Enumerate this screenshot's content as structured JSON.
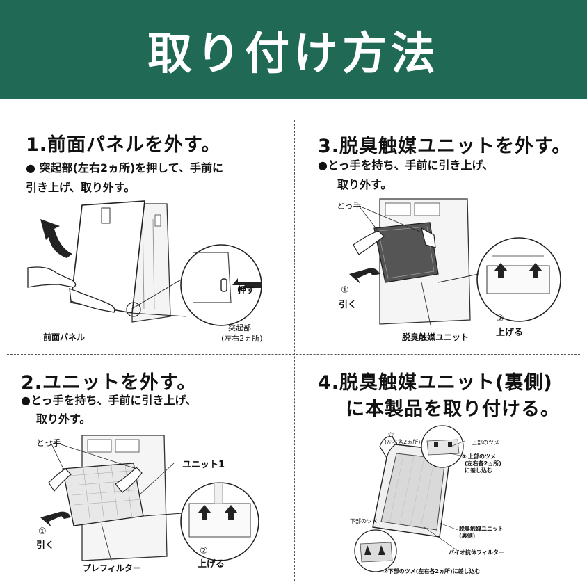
{
  "header": {
    "title": "取り付け方法"
  },
  "steps": [
    {
      "title": "1.前面パネルを外す。",
      "desc": [
        "● 突起部(左右2ヵ所)を押して、手前に",
        "引き上げ、取り外す。"
      ],
      "labels": {
        "panel": "前面パネル",
        "push": "押す",
        "protrusion": "突起部",
        "protrusion_note": "(左右2ヵ所)"
      }
    },
    {
      "title": "2.ユニットを外す。",
      "desc": [
        "●とっ手を持ち、手前に引き上げ、",
        "取り外す。"
      ],
      "labels": {
        "handle": "とっ手",
        "unit": "ユニット1",
        "pull": "①",
        "pull_text": "引く",
        "lift": "②",
        "lift_text": "上げる",
        "prefilter": "プレフィルター"
      }
    },
    {
      "title": "3.脱臭触媒ユニットを外す。",
      "desc": [
        "●とっ手を持ち、手前に引き上げ、",
        "取り外す。"
      ],
      "labels": {
        "handle": "とっ手",
        "pull": "①",
        "pull_text": "引く",
        "lift": "②",
        "lift_text": "上げる",
        "unit": "脱臭触媒ユニット"
      }
    },
    {
      "title": "4.脱臭触媒ユニット(裏側)",
      "title2": "に本製品を取り付ける。",
      "labels": {
        "hole": "穴",
        "hole_note": "(左右各2ヵ所)",
        "top_tab": "上部のツメ",
        "top_tab_insert_1": "上部のツメ",
        "top_tab_insert_2": "(左右各2ヵ所)",
        "top_tab_insert_3": "に差し込む",
        "bottom_tab": "下部のツメ",
        "unit_back_1": "脱臭触媒ユニット",
        "unit_back_2": "(裏側)",
        "bio_filter": "バイオ抗体フィルター",
        "bottom_insert": "②下部のツメ(左右各2ヵ所)に差し込む",
        "circle1": "①"
      }
    }
  ]
}
